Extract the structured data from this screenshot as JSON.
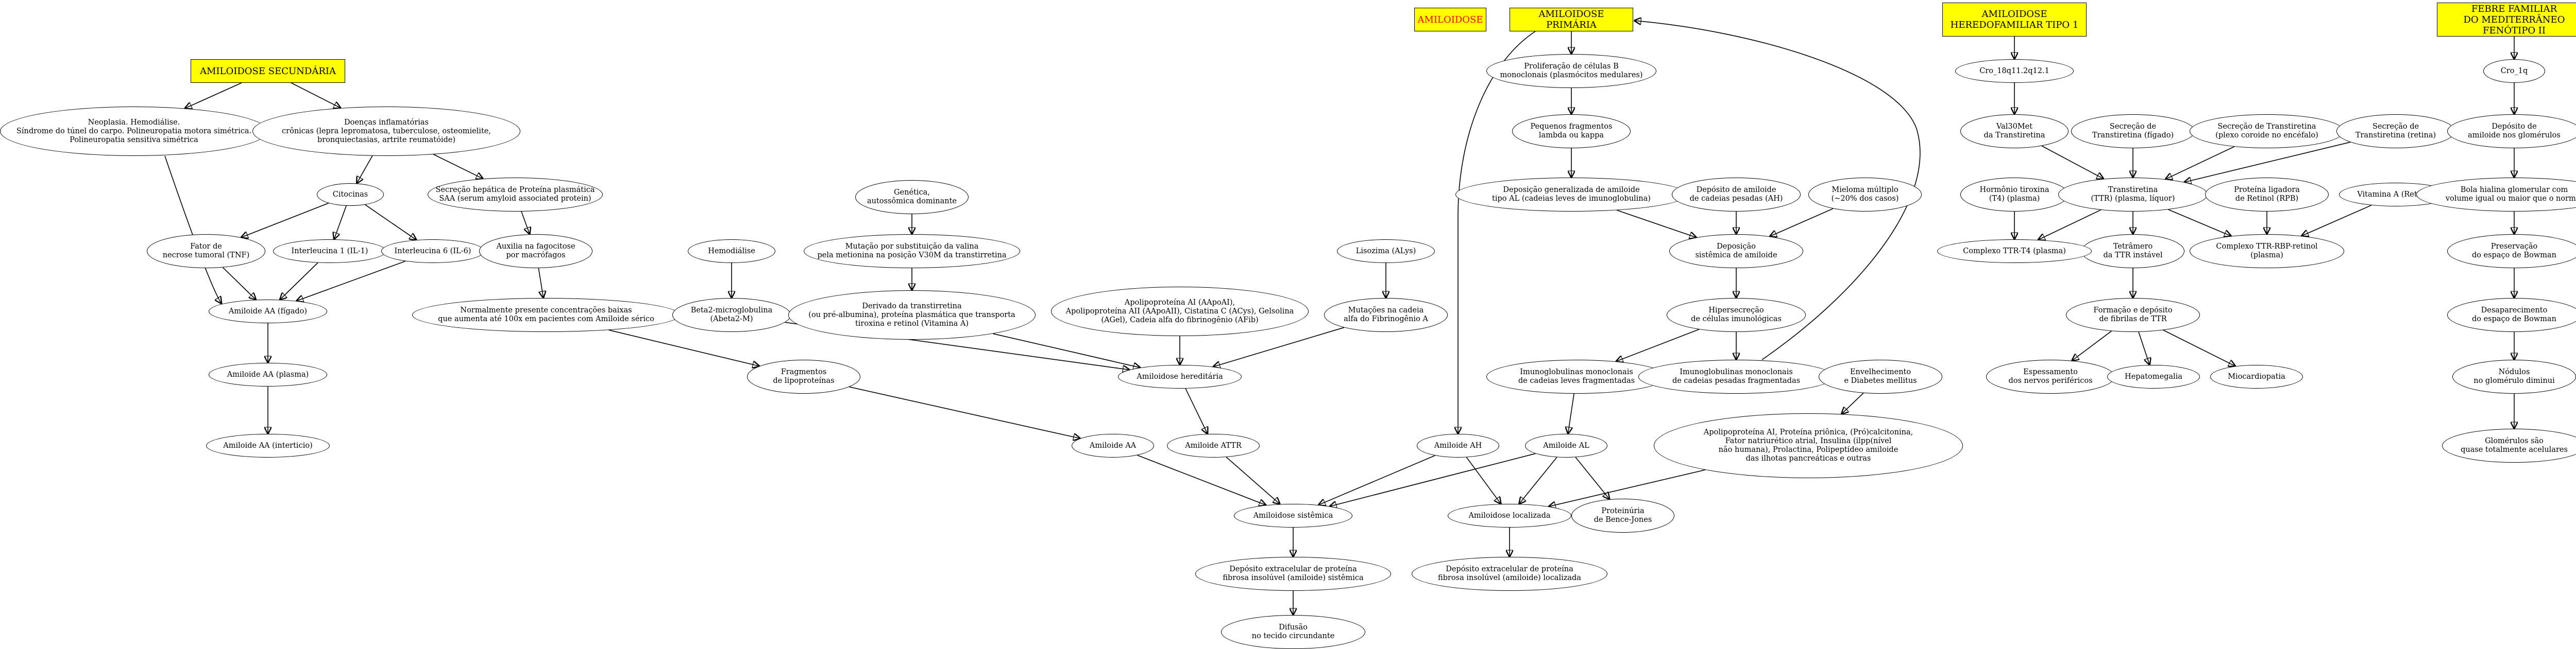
{
  "diagram": {
    "nodes": {
      "amiloidose": {
        "label": "AMILOIDOSE",
        "style": "box-red"
      },
      "amil_primaria": {
        "label": "AMILOIDOSE PRIMÁRIA",
        "style": "box"
      },
      "amil_secundaria": {
        "label": "AMILOIDOSE SECUNDÁRIA",
        "style": "box"
      },
      "amil_tipo1": {
        "label": "AMILOIDOSE\nHEREDOFAMILIAR TIPO 1",
        "style": "box"
      },
      "febre": {
        "label": "FEBRE FAMILIAR\nDO MEDITERRÂNEO FENÓTIPO II",
        "style": "box"
      },
      "neoplasia": {
        "label": "Neoplasia. Hemodiálise.\nSíndrome do túnel do carpo. Polineuropatia motora simétrica.\nPolineuropatia sensitiva simétrica",
        "style": "ellipse"
      },
      "doencas_infl": {
        "label": "Doenças inflamatórias\ncrônicas (lepra lepromatosa, tuberculose, osteomielite,\nbronquiectasias, artrite reumatóide)",
        "style": "ellipse"
      },
      "citocinas": {
        "label": "Citocinas",
        "style": "ellipse"
      },
      "secrecao_saa": {
        "label": "Secreção hepática de Proteína plasmática\nSAA (serum amyloid associated protein)",
        "style": "ellipse"
      },
      "tnf": {
        "label": "Fator de\nnecrose tumoral (TNF)",
        "style": "ellipse"
      },
      "il1": {
        "label": "Interleucina 1 (IL-1)",
        "style": "ellipse"
      },
      "il6": {
        "label": "Interleucina 6 (IL-6)",
        "style": "ellipse"
      },
      "auxilia": {
        "label": "Auxilia na fagocitose\npor macrófagos",
        "style": "ellipse"
      },
      "normalmente": {
        "label": "Normalmente presente concentrações baixas\nque aumenta até 100x em pacientes com Amiloide sérico",
        "style": "ellipse"
      },
      "aa_figado": {
        "label": "Amiloide AA (fígado)",
        "style": "ellipse"
      },
      "aa_plasma": {
        "label": "Amiloide AA (plasma)",
        "style": "ellipse"
      },
      "aa_intersticio": {
        "label": "Amiloide AA (interticio)",
        "style": "ellipse"
      },
      "hemodialise": {
        "label": "Hemodiálise",
        "style": "ellipse"
      },
      "beta2": {
        "label": "Beta2-microglobulina\n(Abeta2-M)",
        "style": "ellipse"
      },
      "genetica": {
        "label": "Genética,\nautossômica dominante",
        "style": "ellipse"
      },
      "mutacao_val": {
        "label": "Mutação por substituição da valina\npela metionina na posição V30M da transtirretina",
        "style": "ellipse"
      },
      "derivado_ttr": {
        "label": "Derivado da transtirretina\n(ou pré-albumina), proteína plasmática que transporta\ntiroxina e retinol (Vitamina A)",
        "style": "ellipse"
      },
      "fragmentos_lipo": {
        "label": "Fragmentos\nde lipoproteínas",
        "style": "ellipse"
      },
      "apolipo_list": {
        "label": "Apolipoproteína AI (AApoAI),\nApolipoproteína AII (AApoAII), Cistatina C (ACys), Gelsolina\n(AGel), Cadeia alfa do fibrinogênio (AFib)",
        "style": "ellipse"
      },
      "lisozima": {
        "label": "Lisozima (ALys)",
        "style": "ellipse"
      },
      "mutacoes_fib": {
        "label": "Mutações na cadeia\nalfa do Fibrinogênio A",
        "style": "ellipse"
      },
      "amil_hered": {
        "label": "Amiloidose hereditária",
        "style": "ellipse"
      },
      "amil_aa": {
        "label": "Amiloide AA",
        "style": "ellipse"
      },
      "amil_attr": {
        "label": "Amiloide ATTR",
        "style": "ellipse"
      },
      "amil_ah": {
        "label": "Amiloide AH",
        "style": "ellipse"
      },
      "prolif": {
        "label": "Proliferação de células B\nmonoclonais (plasmócitos medulares)",
        "style": "ellipse"
      },
      "pequenos": {
        "label": "Pequenos fragmentos\nlambda ou kappa",
        "style": "ellipse"
      },
      "deposicao_gen": {
        "label": "Deposição generalizada de amiloide\ntipo AL (cadeias leves de imunoglobulina)",
        "style": "ellipse"
      },
      "deposito_ah": {
        "label": "Depósito de amiloide\nde cadeias pesadas (AH)",
        "style": "ellipse"
      },
      "mieloma": {
        "label": "Mieloma múltiplo\n(~20% dos casos)",
        "style": "ellipse"
      },
      "deposicao_sist": {
        "label": "Deposição\nsistêmica de amiloide",
        "style": "ellipse"
      },
      "hipersecrecao": {
        "label": "Hipersecreção\nde células imunológicas",
        "style": "ellipse"
      },
      "imuno_leves": {
        "label": "Imunoglobulinas monoclonais\nde cadeias leves fragmentadas",
        "style": "ellipse"
      },
      "imuno_pesadas": {
        "label": "Imunoglobulinas monoclonais\nde cadeias pesadas fragmentadas",
        "style": "ellipse"
      },
      "envelhecimento": {
        "label": "Envelhecimento\ne Diabetes mellitus",
        "style": "ellipse"
      },
      "apolipo_ai": {
        "label": "Apolipoproteína AI, Proteína priônica, (Pró)calcitonina,\nFator natriurético atrial, Insulina (ilpp(nível\nnão humana), Prolactina, Polipeptídeo amiloide\ndas ilhotas pancreáticas e outras",
        "style": "ellipse"
      },
      "amil_al": {
        "label": "Amiloide AL",
        "style": "ellipse"
      },
      "amiloidose_sist": {
        "label": "Amiloidose sistêmica",
        "style": "ellipse"
      },
      "amiloidose_local": {
        "label": "Amiloidose localizada",
        "style": "ellipse"
      },
      "bence": {
        "label": "Proteinúria\nde Bence-Jones",
        "style": "ellipse"
      },
      "deposito_sist": {
        "label": "Depósito extracelular de proteína\nfibrosa insolúvel (amiloide) sistêmica",
        "style": "ellipse"
      },
      "deposito_local": {
        "label": "Depósito extracelular de proteína\nfibrosa insolúvel (amiloide) localizada",
        "style": "ellipse"
      },
      "difusao": {
        "label": "Difusão\nno tecido circundante",
        "style": "ellipse"
      },
      "cro18": {
        "label": "Cro_18q11.2q12.1",
        "style": "ellipse"
      },
      "val30": {
        "label": "Val30Met\nda Transtiretina",
        "style": "ellipse"
      },
      "sec_figado": {
        "label": "Secreção de\nTranstiretina (fígado)",
        "style": "ellipse"
      },
      "sec_plexo": {
        "label": "Secreção de Transtiretina\n(plexo coroide no encéfalo)",
        "style": "ellipse"
      },
      "sec_retina": {
        "label": "Secreção de\nTranstiretina (retina)",
        "style": "ellipse"
      },
      "hormonio": {
        "label": "Hormônio tiroxina\n(T4) (plasma)",
        "style": "ellipse"
      },
      "ttr": {
        "label": "Transtiretina\n(TTR) (plasma, líquor)",
        "style": "ellipse"
      },
      "proteina_rbp": {
        "label": "Proteína ligadora\nde Retinol (RPB)",
        "style": "ellipse"
      },
      "vitamina_a": {
        "label": "Vitamina A (Retinol)",
        "style": "ellipse"
      },
      "tetramero": {
        "label": "Tetrâmero\nda TTR instável",
        "style": "ellipse"
      },
      "complexo_t4": {
        "label": "Complexo TTR-T4 (plasma)",
        "style": "ellipse"
      },
      "complexo_rbp": {
        "label": "Complexo TTR-RBP-retinol\n(plasma)",
        "style": "ellipse"
      },
      "formacao": {
        "label": "Formação e depósito\nde fibrilas de TTR",
        "style": "ellipse"
      },
      "espessamento": {
        "label": "Espessamento\ndos nervos periféricos",
        "style": "ellipse"
      },
      "hepato": {
        "label": "Hepatomegalia",
        "style": "ellipse"
      },
      "miocardio": {
        "label": "Miocardiopatia",
        "style": "ellipse"
      },
      "cro1": {
        "label": "Cro_1q",
        "style": "ellipse"
      },
      "deposito_glom": {
        "label": "Depósito de\namiloide nos glomérulos",
        "style": "ellipse"
      },
      "bola": {
        "label": "Bola hialina glomerular com\nvolume igual ou maior que o normal",
        "style": "ellipse"
      },
      "preservacao": {
        "label": "Preservação\ndo espaço de Bowman",
        "style": "ellipse"
      },
      "desaparecimento": {
        "label": "Desaparecimento\ndo espaço de Bowman",
        "style": "ellipse"
      },
      "nodulos": {
        "label": "Nódulos\nno glomérulo diminui",
        "style": "ellipse"
      },
      "glomerulos": {
        "label": "Glomérulos são\nquase totalmente acelulares",
        "style": "ellipse"
      }
    },
    "edges": [
      [
        "amil_primaria",
        "prolif"
      ],
      [
        "prolif",
        "pequenos"
      ],
      [
        "pequenos",
        "deposicao_gen"
      ],
      [
        "deposicao_gen",
        "deposicao_sist"
      ],
      [
        "deposito_ah",
        "deposicao_sist"
      ],
      [
        "mieloma",
        "deposicao_sist"
      ],
      [
        "deposicao_sist",
        "hipersecrecao"
      ],
      [
        "hipersecrecao",
        "imuno_leves"
      ],
      [
        "hipersecrecao",
        "imuno_pesadas"
      ],
      [
        "imuno_pesadas",
        "amil_primaria"
      ],
      [
        "amil_primaria",
        "amil_ah"
      ],
      [
        "imuno_leves",
        "amil_al"
      ],
      [
        "amil_al",
        "amiloidose_sist"
      ],
      [
        "amil_al",
        "amiloidose_local"
      ],
      [
        "amil_al",
        "bence"
      ],
      [
        "amil_ah",
        "amiloidose_sist"
      ],
      [
        "amil_ah",
        "amiloidose_local"
      ],
      [
        "envelhecimento",
        "apolipo_ai"
      ],
      [
        "apolipo_ai",
        "amiloidose_local"
      ],
      [
        "amiloidose_sist",
        "deposito_sist"
      ],
      [
        "deposito_sist",
        "difusao"
      ],
      [
        "amiloidose_local",
        "deposito_local"
      ],
      [
        "amil_secundaria",
        "neoplasia"
      ],
      [
        "amil_secundaria",
        "doencas_infl"
      ],
      [
        "neoplasia",
        "aa_figado"
      ],
      [
        "doencas_infl",
        "citocinas"
      ],
      [
        "doencas_infl",
        "secrecao_saa"
      ],
      [
        "citocinas",
        "tnf"
      ],
      [
        "citocinas",
        "il1"
      ],
      [
        "citocinas",
        "il6"
      ],
      [
        "tnf",
        "aa_figado"
      ],
      [
        "il1",
        "aa_figado"
      ],
      [
        "il6",
        "aa_figado"
      ],
      [
        "secrecao_saa",
        "auxilia"
      ],
      [
        "auxilia",
        "normalmente"
      ],
      [
        "normalmente",
        "fragmentos_lipo"
      ],
      [
        "aa_figado",
        "aa_plasma"
      ],
      [
        "aa_plasma",
        "aa_intersticio"
      ],
      [
        "fragmentos_lipo",
        "amil_aa"
      ],
      [
        "amil_aa",
        "amiloidose_sist"
      ],
      [
        "hemodialise",
        "beta2"
      ],
      [
        "beta2",
        "amil_hered"
      ],
      [
        "genetica",
        "mutacao_val"
      ],
      [
        "mutacao_val",
        "derivado_ttr"
      ],
      [
        "derivado_ttr",
        "amil_hered"
      ],
      [
        "apolipo_list",
        "amil_hered"
      ],
      [
        "lisozima",
        "mutacoes_fib"
      ],
      [
        "mutacoes_fib",
        "amil_hered"
      ],
      [
        "amil_hered",
        "amil_attr"
      ],
      [
        "amil_attr",
        "amiloidose_sist"
      ],
      [
        "amil_tipo1",
        "cro18"
      ],
      [
        "cro18",
        "val30"
      ],
      [
        "val30",
        "ttr"
      ],
      [
        "sec_figado",
        "ttr"
      ],
      [
        "sec_plexo",
        "ttr"
      ],
      [
        "sec_retina",
        "ttr"
      ],
      [
        "hormonio",
        "complexo_t4"
      ],
      [
        "ttr",
        "complexo_t4"
      ],
      [
        "ttr",
        "tetramero"
      ],
      [
        "ttr",
        "complexo_rbp"
      ],
      [
        "proteina_rbp",
        "complexo_rbp"
      ],
      [
        "vitamina_a",
        "complexo_rbp"
      ],
      [
        "tetramero",
        "formacao"
      ],
      [
        "formacao",
        "espessamento"
      ],
      [
        "formacao",
        "hepato"
      ],
      [
        "formacao",
        "miocardio"
      ],
      [
        "febre",
        "cro1"
      ],
      [
        "cro1",
        "deposito_glom"
      ],
      [
        "deposito_glom",
        "bola"
      ],
      [
        "bola",
        "preservacao"
      ],
      [
        "preservacao",
        "desaparecimento"
      ],
      [
        "desaparecimento",
        "nodulos"
      ],
      [
        "nodulos",
        "glomerulos"
      ]
    ]
  }
}
